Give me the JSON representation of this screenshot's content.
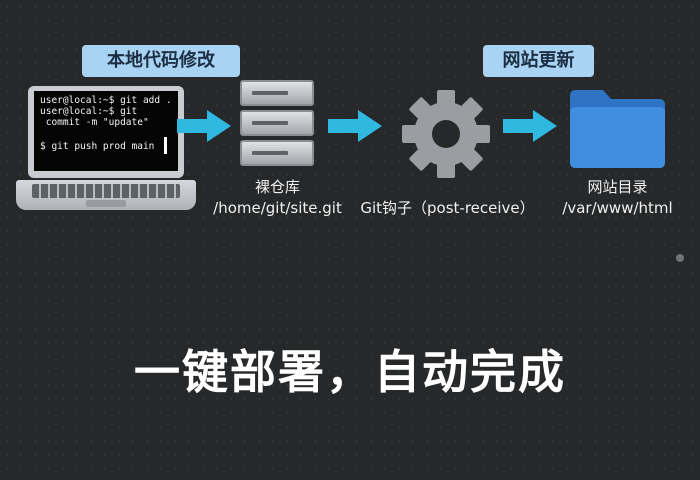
{
  "labels": {
    "local_changes": "本地代码修改",
    "site_update": "网站更新"
  },
  "terminal": {
    "line1": "user@local:~$ git add .",
    "line2": "user@local:~$ git",
    "line3": " commit -m \"update\"",
    "line4": "$ git push prod main"
  },
  "nodes": {
    "bare_repo": {
      "name": "裸仓库",
      "path": "/home/git/site.git"
    },
    "hook": {
      "name": "Git钩子（post-receive）"
    },
    "web_dir": {
      "name": "网站目录",
      "path": "/var/www/html"
    }
  },
  "headline": "一键部署，自动完成",
  "icons": [
    "laptop-icon",
    "arrow-right-icon",
    "server-icon",
    "gear-icon",
    "folder-icon"
  ],
  "colors": {
    "background": "#26282a",
    "label_bg": "#a9d3f2",
    "arrow": "#2fb8e0",
    "gear": "#9a9da1",
    "folder": "#3f8ee0"
  }
}
